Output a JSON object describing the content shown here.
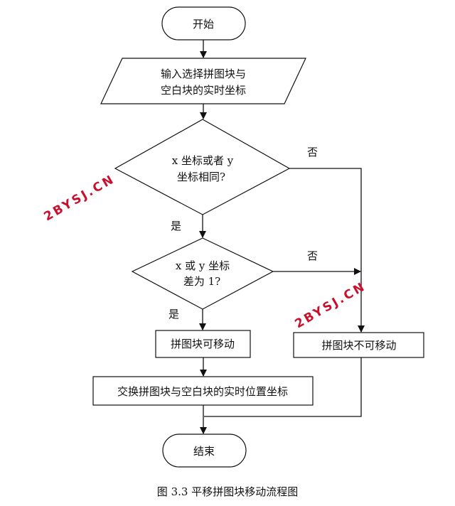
{
  "nodes": {
    "start": "开始",
    "input_line1": "输入选择拼图块与",
    "input_line2": "空白块的实时坐标",
    "decision1_line1": "x 坐标或者 y",
    "decision1_line2": "坐标相同?",
    "decision2_line1": "x 或 y 坐标",
    "decision2_line2": "差为 1?",
    "movable": "拼图块可移动",
    "not_movable": "拼图块不可移动",
    "swap": "交换拼图块与空白块的实时位置坐标",
    "end": "结束"
  },
  "edge_labels": {
    "d1_no": "否",
    "d1_yes": "是",
    "d2_no": "否",
    "d2_yes": "是"
  },
  "watermarks": [
    "2BYSJ.CN",
    "2BYSJ.CN"
  ],
  "caption": "图 3.3 平移拼图块移动流程图"
}
